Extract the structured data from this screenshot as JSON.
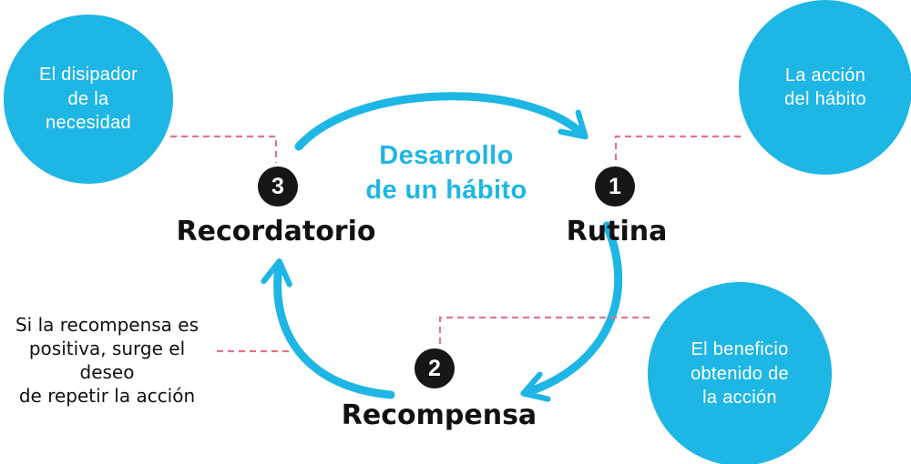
{
  "title": "Desarrollo\nde un hábito",
  "note": "Si la recompensa es\npositiva, surge el deseo\nde repetir la acción",
  "bubbles": {
    "disipador": {
      "text": "El disipador\nde la\nnecesidad"
    },
    "accion": {
      "text": "La acción\ndel hábito"
    },
    "beneficio": {
      "text": "El beneficio\nobtenido de\nla acción"
    }
  },
  "nodes": {
    "rutina": {
      "number": "1",
      "label": "Rutina"
    },
    "recompensa": {
      "number": "2",
      "label": "Recompensa"
    },
    "recordatorio": {
      "number": "3",
      "label": "Recordatorio"
    }
  },
  "colors": {
    "cyan": "#1eb6e4",
    "node_black": "#161616",
    "dashed_pink": "#e0758b",
    "text_white": "#ffffff"
  }
}
